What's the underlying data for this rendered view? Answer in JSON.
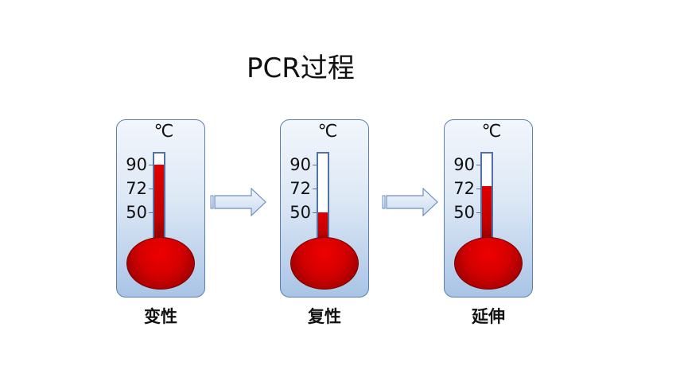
{
  "title": "PCR过程",
  "unit": "℃",
  "ticks": [
    {
      "label": "90",
      "value": 90
    },
    {
      "label": "72",
      "value": 72
    },
    {
      "label": "50",
      "value": 50
    }
  ],
  "stages": [
    {
      "label": "变性",
      "temperature": 90
    },
    {
      "label": "复性",
      "temperature": 50
    },
    {
      "label": "延伸",
      "temperature": 72
    }
  ],
  "colors": {
    "mercury": "#d40000",
    "frame_border": "#5b7fb0",
    "frame_fill": "#dde8f5",
    "arrow_fill": "#dfe9f7"
  }
}
